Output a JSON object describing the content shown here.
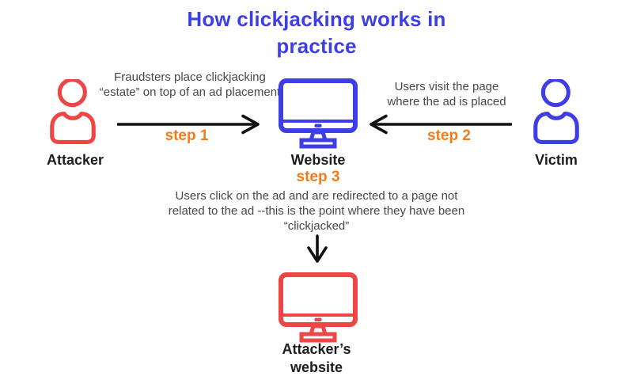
{
  "title": "How clickjacking works in practice",
  "colors": {
    "blue": "#3e3ee6",
    "red": "#ee4545",
    "orange": "#f57b17",
    "ink": "#1d1d1d",
    "body-text": "#474747",
    "arrow": "#111111",
    "background": "#ffffff"
  },
  "nodes": {
    "attacker": {
      "label": "Attacker",
      "icon": "person-icon",
      "color": "#ee4545"
    },
    "website": {
      "label": "Website",
      "icon": "monitor-icon",
      "color": "#3e3ee6"
    },
    "victim": {
      "label": "Victim",
      "icon": "person-icon",
      "color": "#3e3ee6"
    },
    "attacker_website": {
      "label": "Attacker’s website",
      "icon": "monitor-icon",
      "color": "#ee4545"
    }
  },
  "steps": [
    {
      "id": "step 1",
      "description": "Fraudsters place clickjacking “estate” on top of an ad placement",
      "arrow_direction": "right"
    },
    {
      "id": "step 2",
      "description": "Users visit the page where the ad is placed",
      "arrow_direction": "left"
    },
    {
      "id": "step 3",
      "description": "Users click on the ad and are redirected to a page not related to the ad --this is the point where they have been “clickjacked”",
      "arrow_direction": "down"
    }
  ]
}
